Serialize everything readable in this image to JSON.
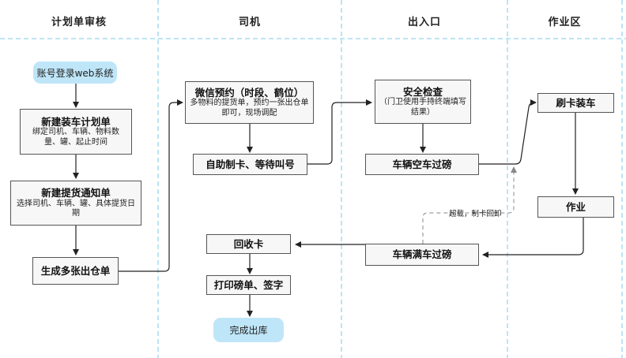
{
  "lanes": [
    "计划单审核",
    "司机",
    "出入口",
    "作业区"
  ],
  "nodes": {
    "login": "账号登录web系统",
    "new_plan_title": "新建装车计划单",
    "new_plan_desc": "绑定司机、车辆、物料数量、罐、起止时间",
    "new_notice_title": "新建提货通知单",
    "new_notice_desc": "选择司机、车辆、罐、具体提货日期",
    "gen_orders": "生成多张出仓单",
    "wechat_title": "微信预约（时段、鹤位）",
    "wechat_desc": "多物料的提货单，预约一张出仓单即可，现场调配",
    "self_card": "自助制卡、等待叫号",
    "safety_title": "安全检查",
    "safety_desc": "（门卫使用手持终端填写结果）",
    "empty_weigh": "车辆空车过磅",
    "swipe_load": "刷卡装车",
    "work": "作业",
    "full_weigh": "车辆满车过磅",
    "recycle": "回收卡",
    "print": "打印磅单、签字",
    "done": "完成出库"
  },
  "annotations": {
    "overload": "超载，制卡回卸"
  }
}
